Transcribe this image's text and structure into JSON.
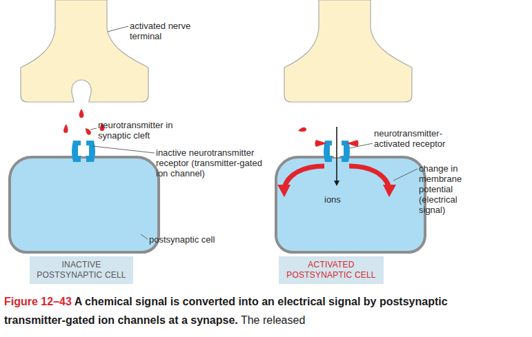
{
  "diagram": {
    "caption": "Figure 12–43 A chemical signal is converted into an electrical signal by postsynaptic transmitter-gated ion channels at a synapse. The released",
    "nodes": [
      {
        "text": [
          "INACTIVE POSTSYNAPTIC CELL"
        ]
      },
      {
        "text": [
          "ions"
        ]
      },
      {
        "text": [
          "ACTIVATED POSTSYNAPTIC CELL"
        ]
      }
    ],
    "labels": [
      "activated nerve terminal",
      "neurotransmitter in synaptic cleft",
      "inactive neurotransmitter receptor (transmitter-gated ion channel)",
      "postsynaptic cell",
      "neurotransmitter-activated receptor",
      "change in membrane potential (electrical signal)"
    ]
  }
}
